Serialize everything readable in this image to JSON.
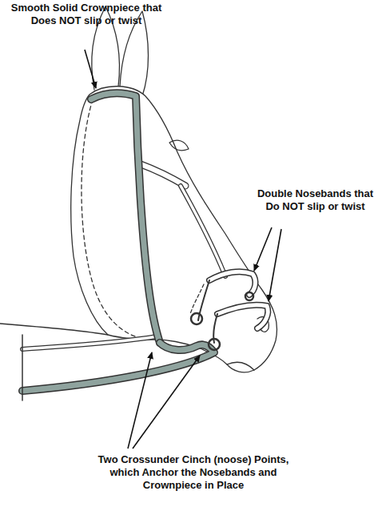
{
  "diagram": {
    "labels": [
      "Smooth Solid Crownpiece that Does NOT slip or twist",
      "Double Nosebands that Do NOT slip or twist",
      "Two Crossunder Cinch (noose) Points, which Anchor the Nosebands and Crownpiece in Place"
    ]
  }
}
